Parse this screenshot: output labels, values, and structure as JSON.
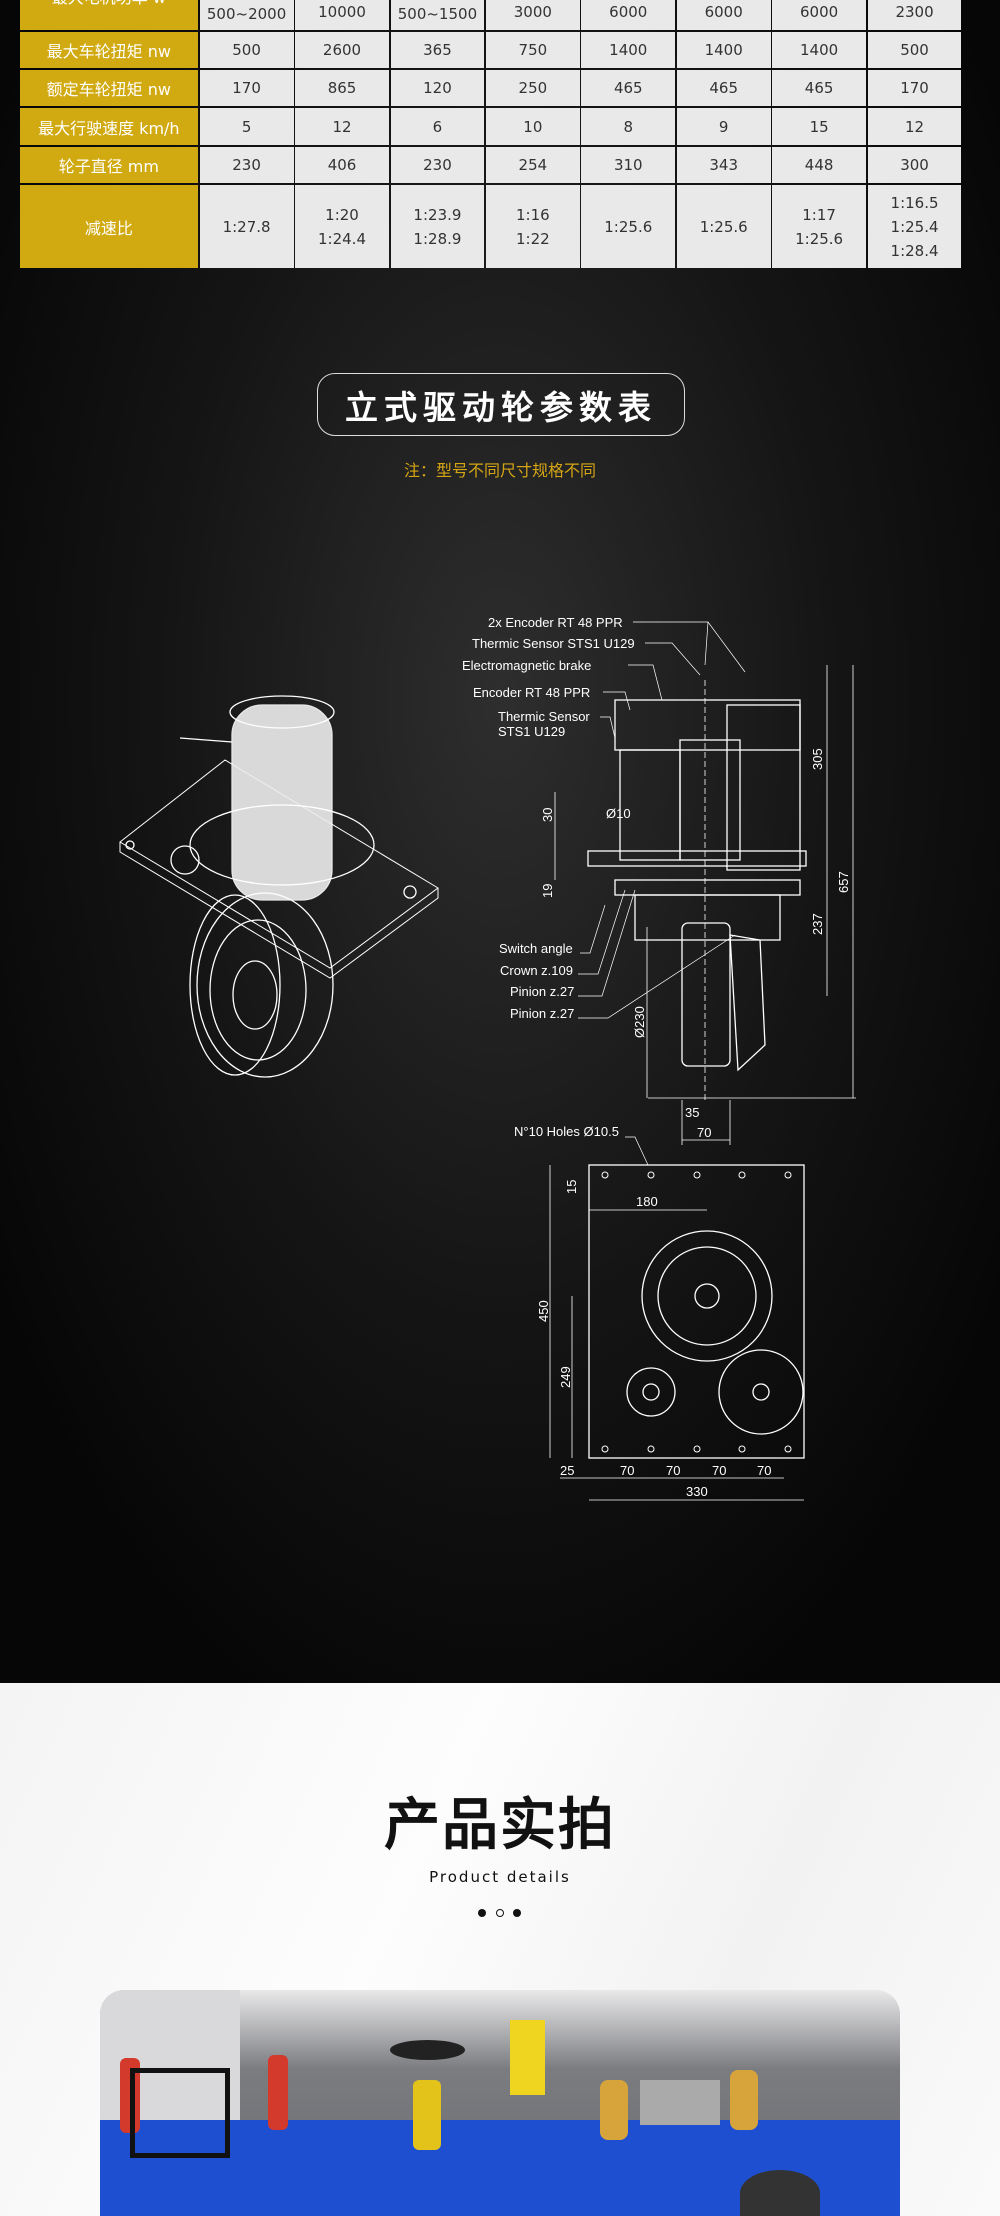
{
  "table": {
    "rows": [
      {
        "label": "最大电机功率 w",
        "values": [
          "500~2000",
          "10000",
          "500~1500",
          "3000",
          "6000",
          "6000",
          "6000",
          "2300"
        ]
      },
      {
        "label": "最大车轮扭矩 nw",
        "values": [
          "500",
          "2600",
          "365",
          "750",
          "1400",
          "1400",
          "1400",
          "500"
        ]
      },
      {
        "label": "额定车轮扭矩 nw",
        "values": [
          "170",
          "865",
          "120",
          "250",
          "465",
          "465",
          "465",
          "170"
        ]
      },
      {
        "label": "最大行驶速度 km/h",
        "values": [
          "5",
          "12",
          "6",
          "10",
          "8",
          "9",
          "15",
          "12"
        ]
      },
      {
        "label": "轮子直径 mm",
        "values": [
          "230",
          "406",
          "230",
          "254",
          "310",
          "343",
          "448",
          "300"
        ]
      },
      {
        "label": "减速比",
        "values": [
          [
            "1:27.8"
          ],
          [
            "1:20",
            "1:24.4"
          ],
          [
            "1:23.9",
            "1:28.9"
          ],
          [
            "1:16",
            "1:22"
          ],
          [
            "1:25.6"
          ],
          [
            "1:25.6"
          ],
          [
            "1:17",
            "1:25.6"
          ],
          [
            "1:16.5",
            "1:25.4",
            "1:28.4"
          ]
        ]
      }
    ]
  },
  "section_title": "立式驱动轮参数表",
  "note": "注：型号不同尺寸规格不同",
  "drawing": {
    "labels": [
      "2x Encoder RT 48 PPR",
      "Thermic Sensor STS1 U129",
      "Electromagnetic brake",
      "Encoder RT 48 PPR",
      "Thermic Sensor",
      "STS1 U129",
      "Switch angle",
      "Crown z.109",
      "Pinion z.27",
      "Pinion z.27",
      "N°10 Holes Ø10.5"
    ],
    "dims": [
      "305",
      "657",
      "237",
      "30",
      "Ø10",
      "19",
      "Ø230",
      "35",
      "70",
      "15",
      "180",
      "450",
      "249",
      "25",
      "70",
      "70",
      "70",
      "70",
      "330"
    ]
  },
  "product": {
    "title": "产品实拍",
    "subtitle": "Product details"
  },
  "colors": {
    "gold": "#d1a911",
    "note": "#d6a514"
  }
}
